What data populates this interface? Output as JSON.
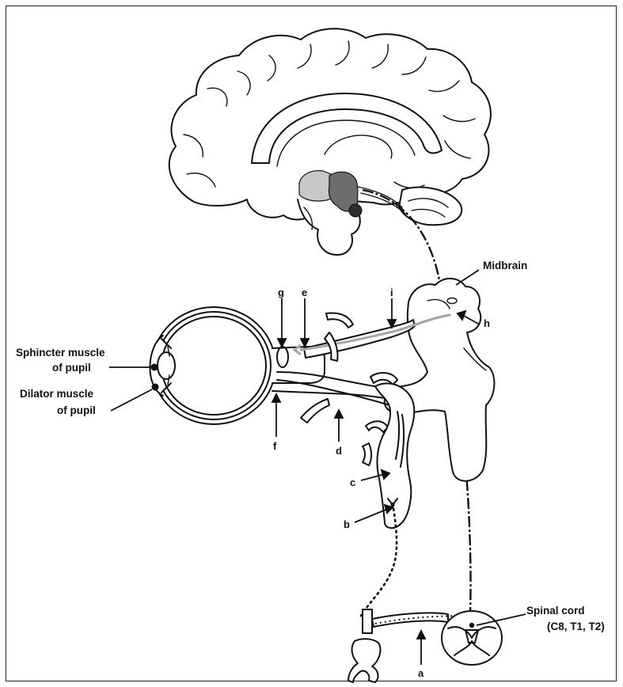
{
  "labels": {
    "midbrain": "Midbrain",
    "sphincter_line1": "Sphincter muscle",
    "sphincter_line2": "of pupil",
    "dilator_line1": "Dilator muscle",
    "dilator_line2": "of pupil",
    "spinal_line1": "Spinal cord",
    "spinal_line2": "(C8, T1, T2)"
  },
  "letters": {
    "a": "a",
    "b": "b",
    "c": "c",
    "d": "d",
    "e": "e",
    "f": "f",
    "g": "g",
    "h": "h",
    "i": "i"
  },
  "colors": {
    "hypothalamus_light": "#c8c8c8",
    "hypothalamus_mid": "#6e6e6e",
    "hypothalamus_dark": "#2e2e2e",
    "parasympathetic_path": "#a8a8a8",
    "line": "#111111"
  }
}
